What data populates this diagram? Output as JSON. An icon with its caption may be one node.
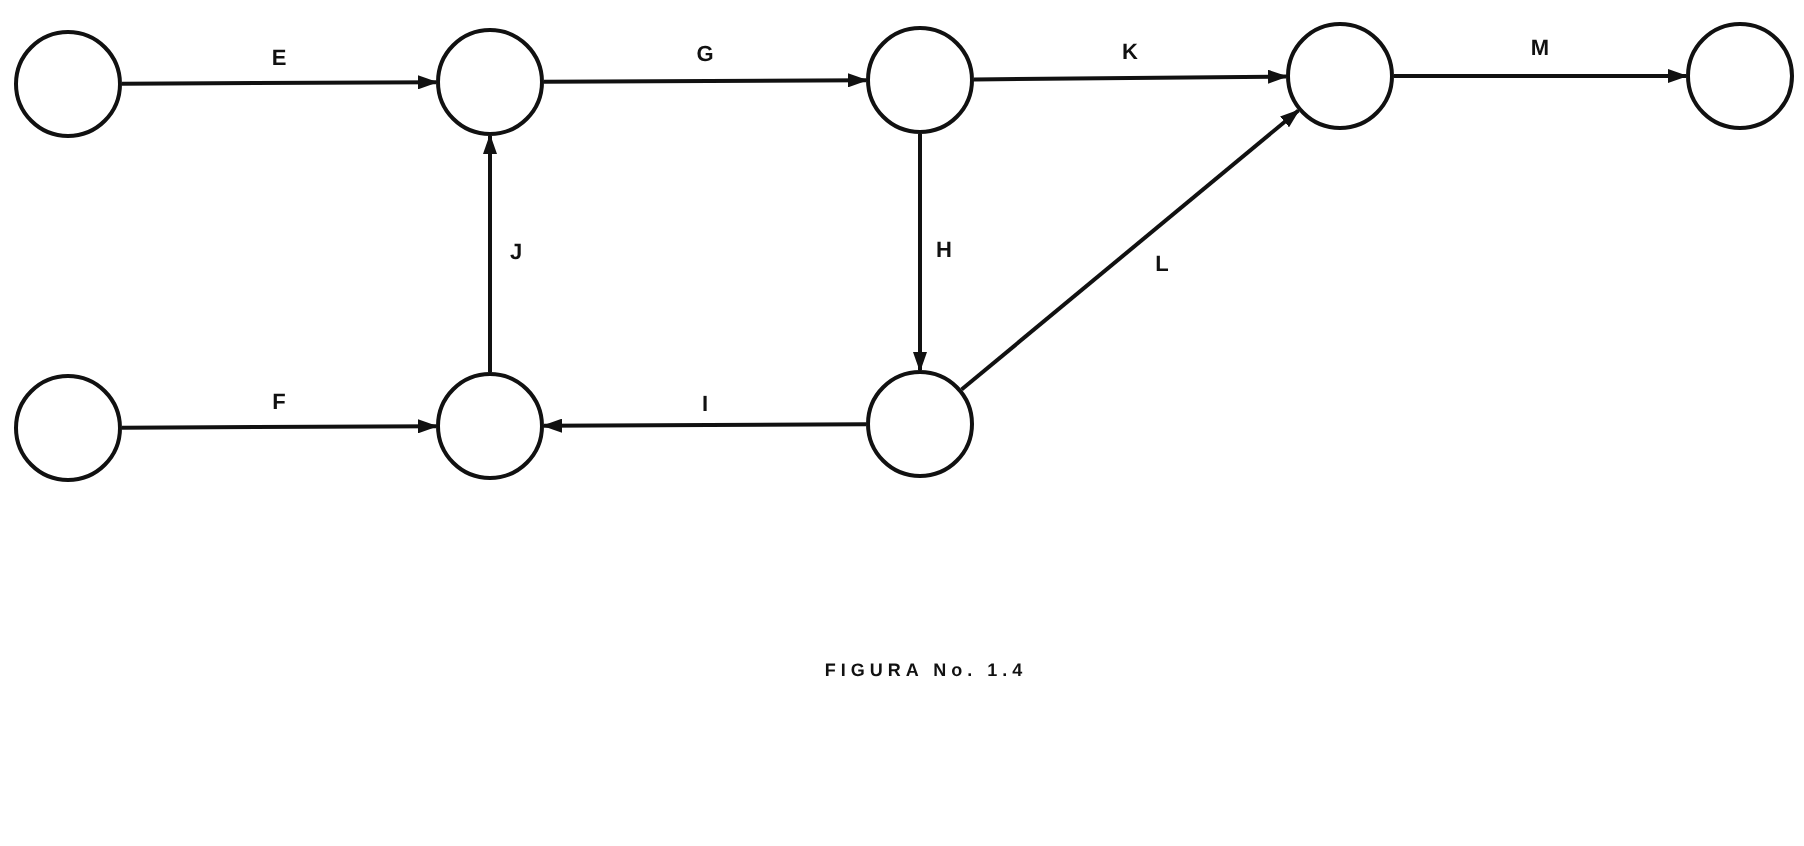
{
  "diagram": {
    "caption": "FIGURA No. 1.4",
    "nodes": [
      {
        "text": [],
        "shape": "circle"
      },
      {
        "text": [],
        "shape": "circle"
      },
      {
        "text": [],
        "shape": "circle"
      },
      {
        "text": [],
        "shape": "circle"
      },
      {
        "text": [],
        "shape": "circle"
      },
      {
        "text": [],
        "shape": "circle"
      },
      {
        "text": [],
        "shape": "circle"
      },
      {
        "text": [],
        "shape": "circle"
      }
    ],
    "edges": [
      {
        "from": 0,
        "to": 1,
        "arrow": "to",
        "label": "E"
      },
      {
        "from": 1,
        "to": 2,
        "arrow": "to",
        "label": "G"
      },
      {
        "from": 2,
        "to": 3,
        "arrow": "to",
        "label": "K"
      },
      {
        "from": 3,
        "to": 4,
        "arrow": "to",
        "label": "M"
      },
      {
        "from": 6,
        "to": 1,
        "arrow": "to",
        "label": "J"
      },
      {
        "from": 2,
        "to": 7,
        "arrow": "to",
        "label": "H"
      },
      {
        "from": 7,
        "to": 3,
        "arrow": "to",
        "label": "L"
      },
      {
        "from": 5,
        "to": 6,
        "arrow": "to",
        "label": "F"
      },
      {
        "from": 7,
        "to": 6,
        "arrow": "to",
        "label": "I"
      }
    ]
  }
}
